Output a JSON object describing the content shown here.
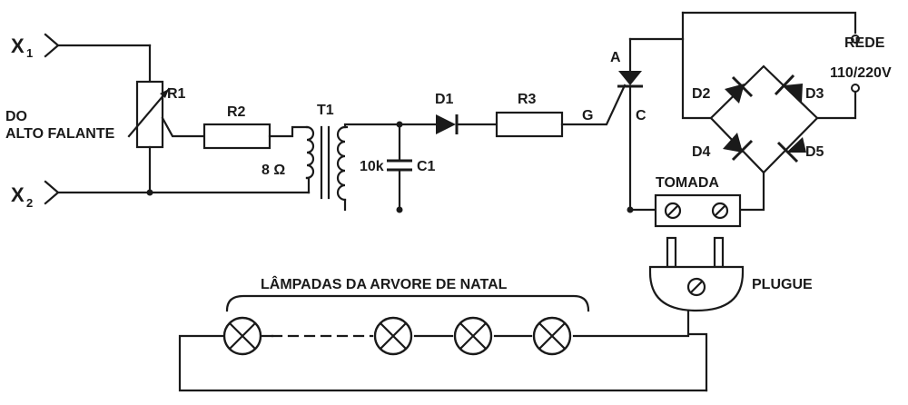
{
  "labels": {
    "input_x1_main": "X",
    "input_x1_sub": "1",
    "input_x2_main": "X",
    "input_x2_sub": "2",
    "source_line1": "DO",
    "source_line2": "ALTO FALANTE",
    "r1": "R1",
    "r2": "R2",
    "t1": "T1",
    "primary_impedance": "8 Ω",
    "secondary_impedance": "10k",
    "c1": "C1",
    "d1": "D1",
    "r3": "R3",
    "gate": "G",
    "anode": "A",
    "cathode": "C",
    "d2": "D2",
    "d3": "D3",
    "d4": "D4",
    "d5": "D5",
    "mains_line1": "REDE",
    "mains_line2": "110/220V",
    "socket": "TOMADA",
    "plug": "PLUGUE",
    "lamps": "LÂMPADAS DA ARVORE DE NATAL"
  },
  "colors": {
    "ink": "#1a1a1a",
    "paper": "#ffffff"
  }
}
